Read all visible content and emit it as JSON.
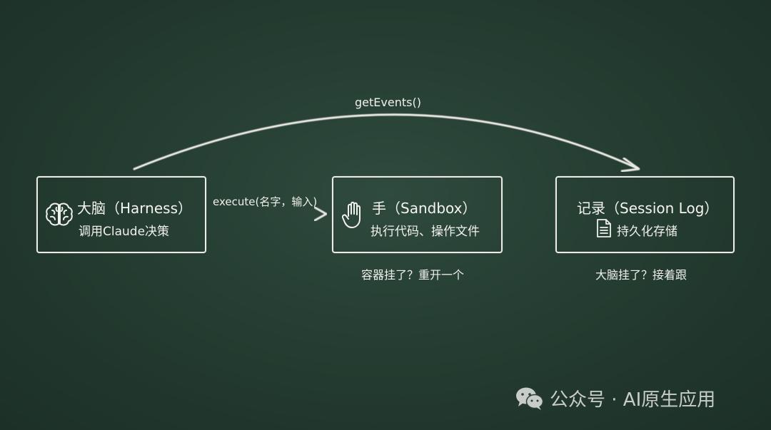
{
  "edges": {
    "get_events": "getEvents()",
    "execute": "execute(名字，输入)"
  },
  "nodes": {
    "harness": {
      "title": "大脑（Harness）",
      "subtitle": "调用Claude决策",
      "icon": "brain-icon"
    },
    "sandbox": {
      "title": "手（Sandbox）",
      "subtitle": "执行代码、操作文件",
      "icon": "hand-icon",
      "note": "容器挂了？重开一个"
    },
    "session_log": {
      "title": "记录（Session Log）",
      "subtitle": "持久化存储",
      "icon": "document-icon",
      "note": "大脑挂了？接着跟"
    }
  },
  "watermark": {
    "text": "公众号 · AI原生应用",
    "icon": "wechat-icon"
  },
  "colors": {
    "background": "#263e33",
    "chalk": "#ecebe6"
  }
}
